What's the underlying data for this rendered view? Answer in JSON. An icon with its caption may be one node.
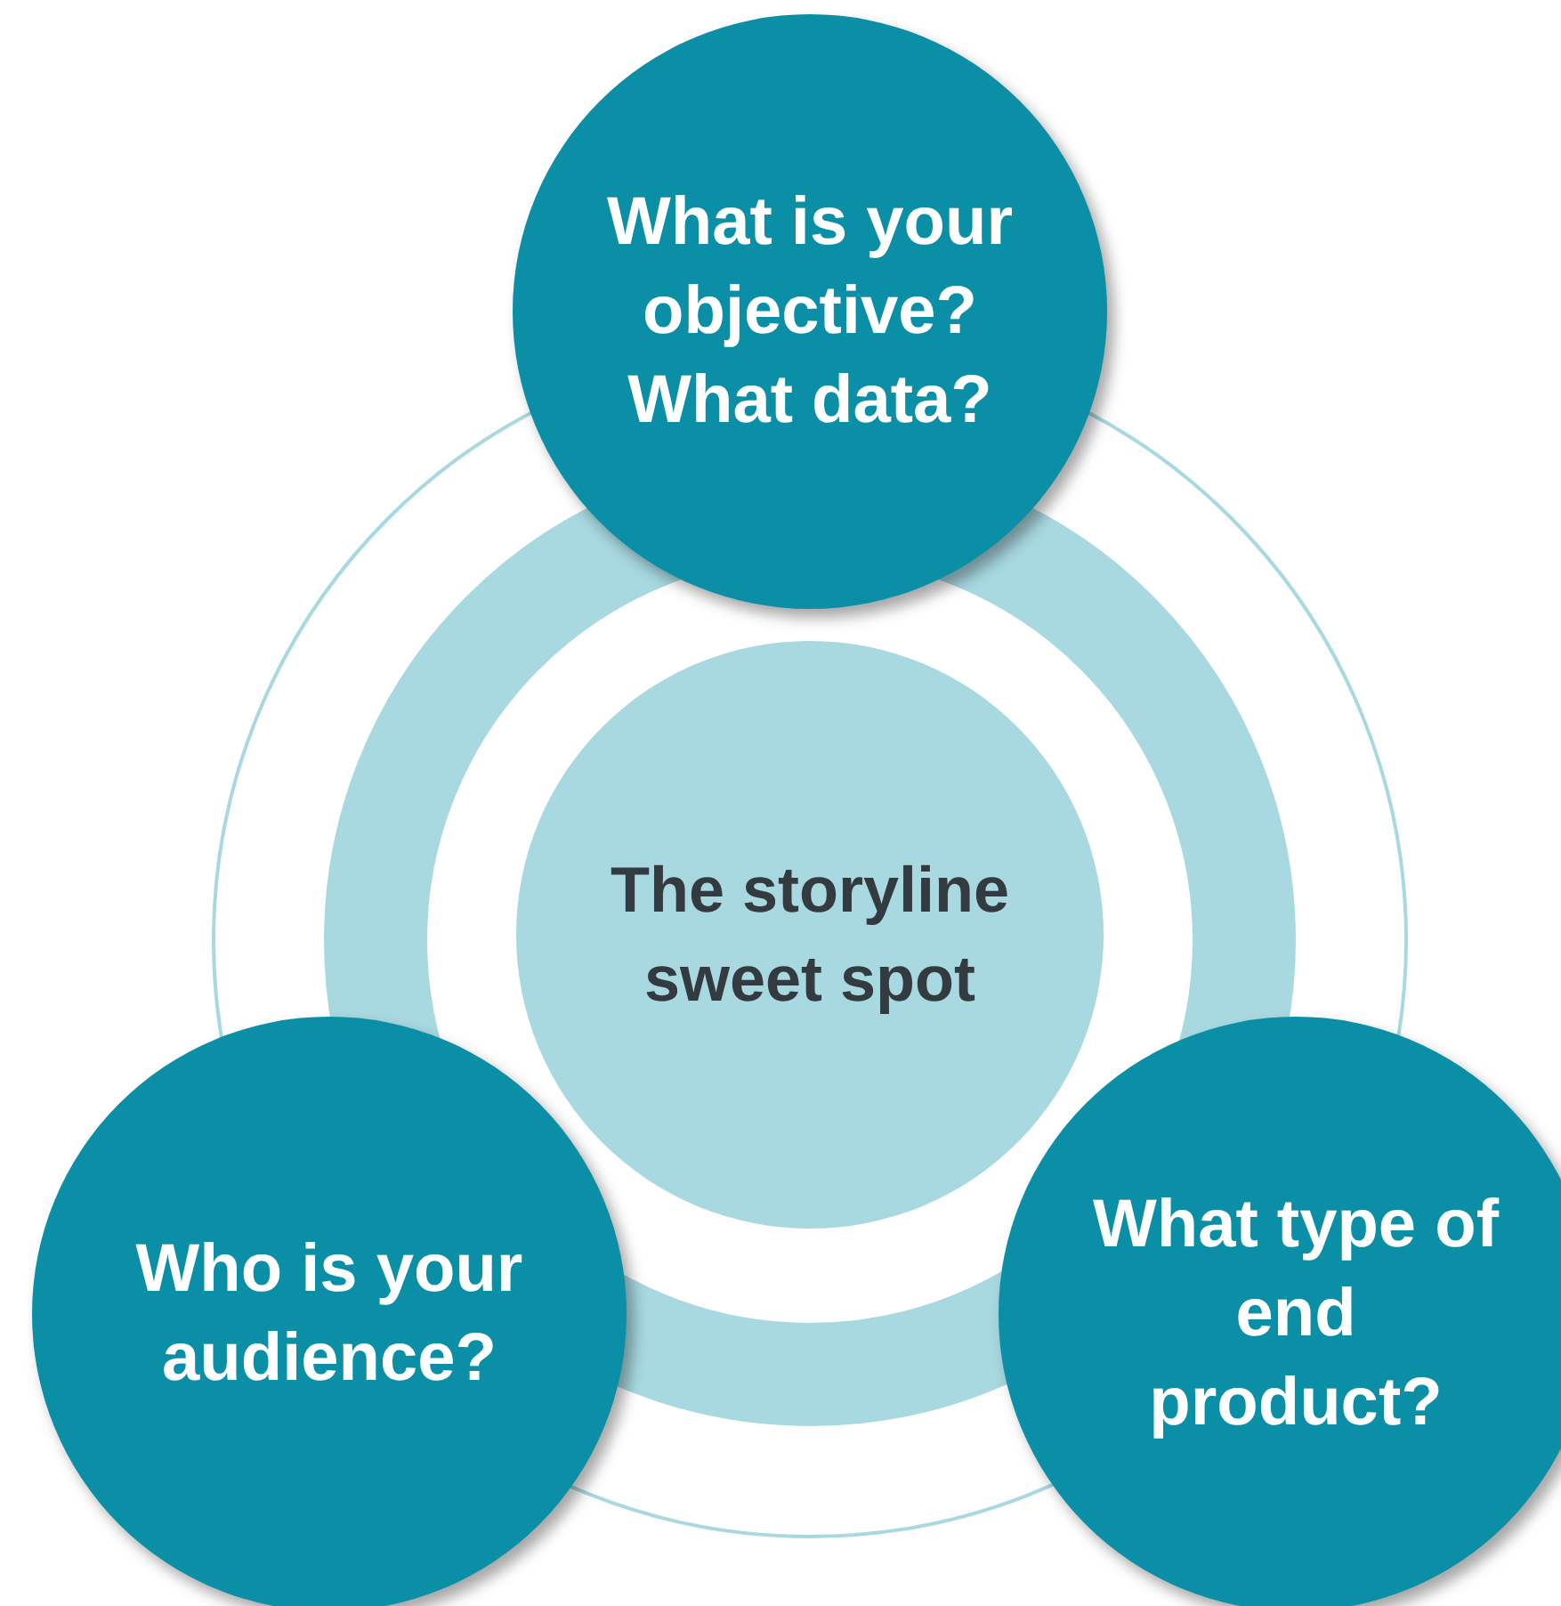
{
  "diagram": {
    "nodes": [
      {
        "text": [
          "What is your objective?",
          "What data?"
        ]
      },
      {
        "text": [
          "The storyline sweet spot"
        ]
      },
      {
        "text": [
          "Who is your audience?"
        ]
      },
      {
        "text": [
          "What type of end product?"
        ]
      }
    ]
  }
}
